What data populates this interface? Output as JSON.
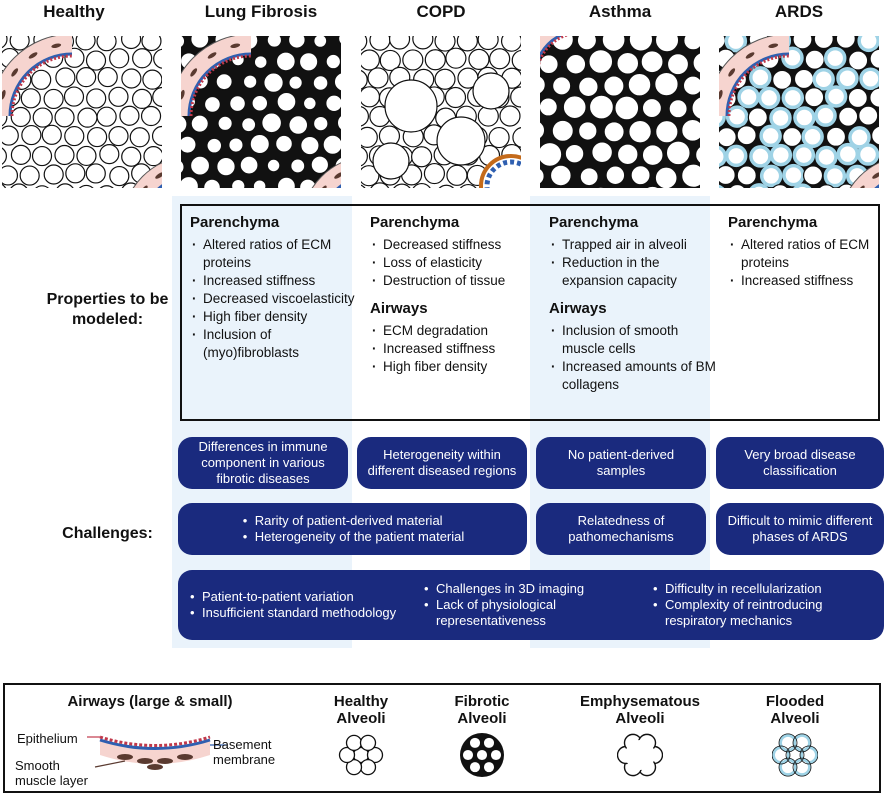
{
  "diseases": [
    "Healthy",
    "Lung Fibrosis",
    "COPD",
    "Asthma",
    "ARDS"
  ],
  "properties_label": "Properties to be modeled:",
  "challenges_label": "Challenges:",
  "properties": {
    "fibrosis": {
      "sections": [
        {
          "heading": "Parenchyma",
          "items": [
            "Altered ratios of ECM proteins",
            "Increased stiffness",
            "Decreased viscoelasticity",
            "High fiber density",
            "Inclusion of (myo)fibroblasts"
          ]
        }
      ]
    },
    "copd": {
      "sections": [
        {
          "heading": "Parenchyma",
          "items": [
            "Decreased stiffness",
            "Loss of elasticity",
            "Destruction of tissue"
          ]
        },
        {
          "heading": "Airways",
          "items": [
            "ECM degradation",
            "Increased stiffness",
            "High fiber density"
          ]
        }
      ]
    },
    "asthma": {
      "sections": [
        {
          "heading": "Parenchyma",
          "items": [
            "Trapped air in alveoli",
            "Reduction in the expansion capacity"
          ]
        },
        {
          "heading": "Airways",
          "items": [
            "Inclusion of smooth muscle cells",
            "Increased amounts of BM collagens"
          ]
        }
      ]
    },
    "ards": {
      "sections": [
        {
          "heading": "Parenchyma",
          "items": [
            "Altered ratios of ECM proteins",
            "Increased stiffness"
          ]
        }
      ]
    }
  },
  "challenges": {
    "row1": [
      "Differences in immune component in various fibrotic diseases",
      "Heterogeneity within different diseased regions",
      "No patient-derived samples",
      "Very broad disease classification"
    ],
    "row2_wide": [
      "Rarity of patient-derived material",
      "Heterogeneity of the patient material"
    ],
    "row2_asthma": "Relatedness of pathomechanisms",
    "row2_ards": "Difficult to mimic different phases of ARDS",
    "row3": [
      [
        "Patient-to-patient variation",
        "Insufficient standard methodology"
      ],
      [
        "Challenges in 3D imaging",
        "Lack of physiological representativeness"
      ],
      [
        "Difficulty in recellularization",
        "Complexity of reintroducing respiratory mechanics"
      ]
    ]
  },
  "legend": {
    "airways_title": "Airways (large & small)",
    "epithelium": "Epithelium",
    "basement_membrane": "Basement membrane",
    "smooth_muscle": "Smooth muscle layer",
    "healthy": "Healthy Alveoli",
    "fibrotic": "Fibrotic Alveoli",
    "emphysematous": "Emphysematous Alveoli",
    "flooded": "Flooded Alveoli"
  },
  "colors": {
    "navy": "#1a2a7e",
    "column_highlight": "#eaf3fb",
    "airway_pink": "#f6d4cf",
    "epithelium_red": "#c0394b",
    "basement_blue": "#2f5fb0",
    "flood_blue": "#9fd3e6"
  }
}
